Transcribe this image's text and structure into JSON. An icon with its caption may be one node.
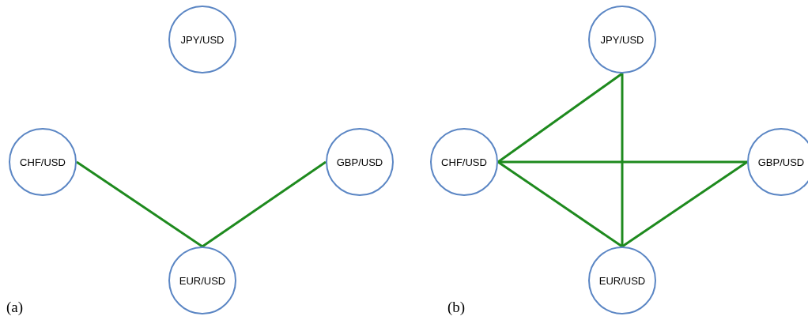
{
  "diagram": {
    "nodes": [
      {
        "text": [
          "JPY/USD"
        ]
      },
      {
        "text": [
          "CHF/USD"
        ]
      },
      {
        "text": [
          "GBP/USD"
        ]
      },
      {
        "text": [
          "EUR/USD"
        ]
      },
      {
        "text": [
          "JPY/USD"
        ]
      },
      {
        "text": [
          "CHF/USD"
        ]
      },
      {
        "text": [
          "GBP/USD"
        ]
      },
      {
        "text": [
          "EUR/USD"
        ]
      }
    ],
    "edges": [
      {
        "from": 1,
        "to": 3,
        "arrow": "none"
      },
      {
        "from": 2,
        "to": 3,
        "arrow": "none"
      },
      {
        "from": 5,
        "to": 4,
        "arrow": "none"
      },
      {
        "from": 4,
        "to": 7,
        "arrow": "none"
      },
      {
        "from": 5,
        "to": 6,
        "arrow": "none"
      },
      {
        "from": 5,
        "to": 7,
        "arrow": "none"
      },
      {
        "from": 6,
        "to": 7,
        "arrow": "none"
      }
    ],
    "labels": [
      "(a)",
      "(b)"
    ]
  }
}
